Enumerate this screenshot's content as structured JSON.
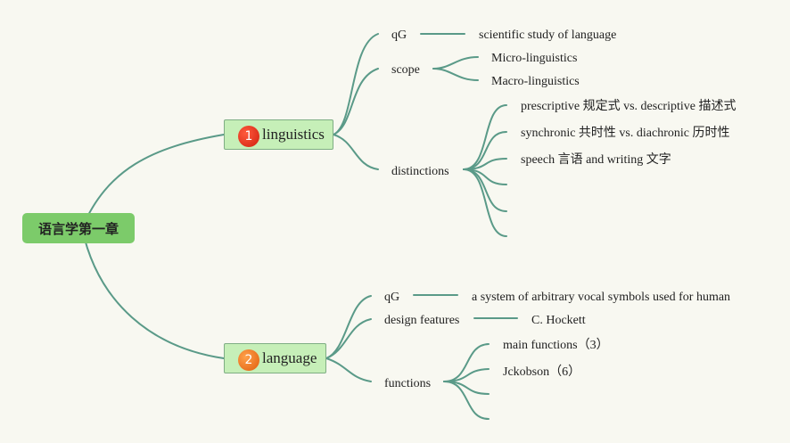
{
  "root": {
    "label": "语言学第一章"
  },
  "linguistics": {
    "badge": "1",
    "label": "linguistics",
    "children": {
      "qg": {
        "label": "qG",
        "detail": "scientific study of language"
      },
      "scope": {
        "label": "scope",
        "items": [
          "Micro-linguistics",
          "Macro-linguistics"
        ]
      },
      "distinctions": {
        "label": "distinctions",
        "items": [
          "prescriptive 规定式 vs. descriptive 描述式",
          "synchronic 共时性 vs. diachronic 历时性",
          "speech 言语 and writing 文字"
        ]
      }
    }
  },
  "language": {
    "badge": "2",
    "label": "language",
    "children": {
      "qg": {
        "label": "qG",
        "detail": "a system of arbitrary vocal symbols used for human"
      },
      "design_features": {
        "label": "design features",
        "detail": "C. Hockett"
      },
      "functions": {
        "label": "functions",
        "items": [
          "main functions（3）",
          "Jckobson（6）"
        ]
      }
    }
  },
  "colors": {
    "line": "#5a9a88",
    "root": "#7ccb6a",
    "branch": "#c6efb8",
    "badge1": "#d01f0f",
    "badge2": "#e05d0d"
  }
}
